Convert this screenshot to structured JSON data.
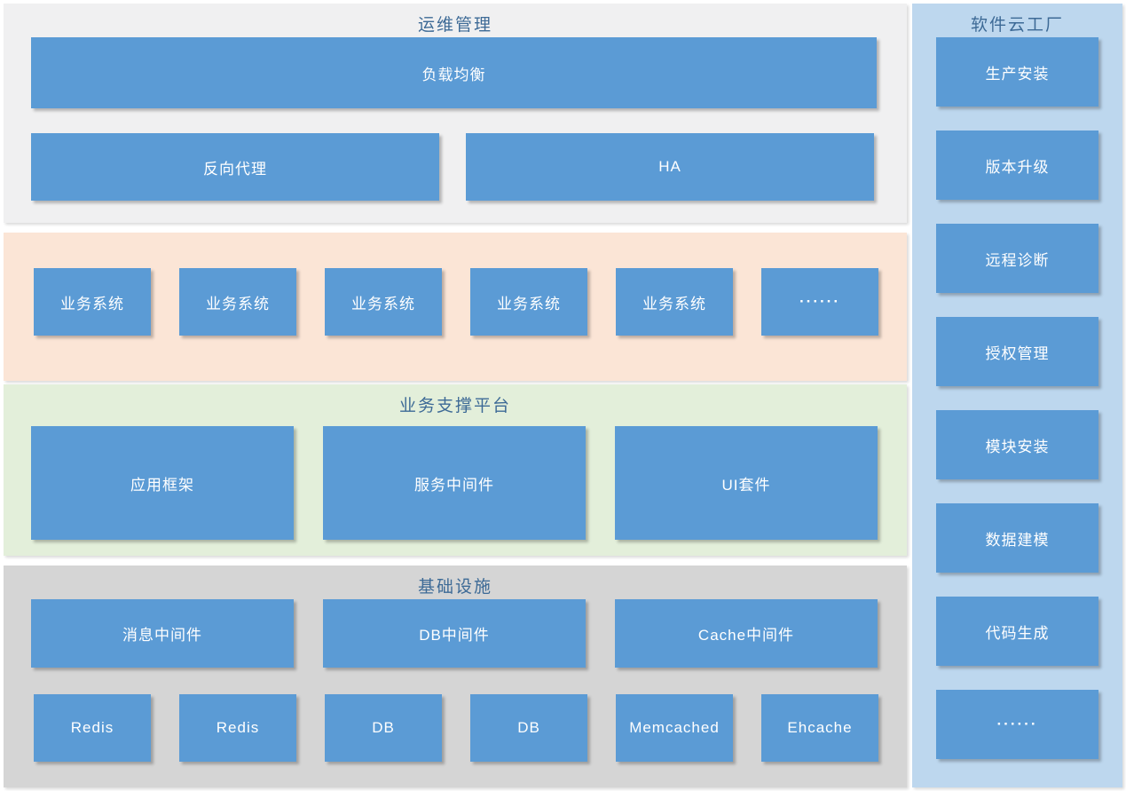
{
  "colors": {
    "page_bg": "#ffffff",
    "box_blue": "#5b9bd5",
    "box_text": "#ffffff",
    "ops_bg": "#f0f0f1",
    "business_bg": "#fbe5d6",
    "platform_bg": "#e3efda",
    "infra_bg": "#d5d5d5",
    "sidebar_bg": "#bdd7ee",
    "title_text": "#3d6a96"
  },
  "diagram": {
    "ops": {
      "title": "运维管理",
      "load_balancer": "负载均衡",
      "reverse_proxy": "反向代理",
      "ha": "HA"
    },
    "business": {
      "systems": [
        "业务系统",
        "业务系统",
        "业务系统",
        "业务系统",
        "业务系统",
        "······"
      ]
    },
    "platform": {
      "title": "业务支撑平台",
      "items": [
        "应用框架",
        "服务中间件",
        "UI套件"
      ]
    },
    "infra": {
      "title": "基础设施",
      "middleware": [
        "消息中间件",
        "DB中间件",
        "Cache中间件"
      ],
      "instances": [
        "Redis",
        "Redis",
        "DB",
        "DB",
        "Memcached",
        "Ehcache"
      ]
    },
    "sidebar": {
      "title": "软件云工厂",
      "items": [
        "生产安装",
        "版本升级",
        "远程诊断",
        "授权管理",
        "模块安装",
        "数据建模",
        "代码生成",
        "······"
      ]
    }
  }
}
